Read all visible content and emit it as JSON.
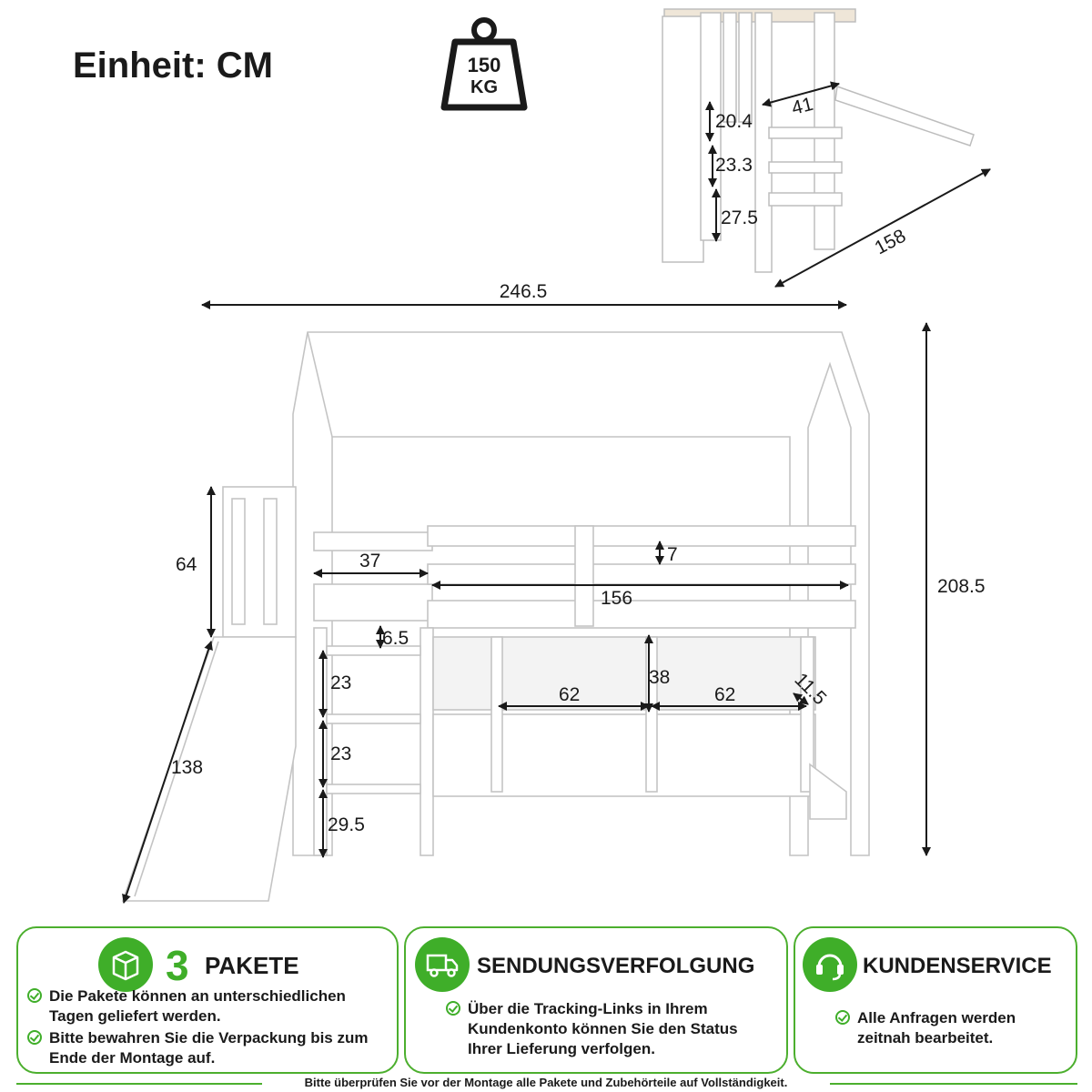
{
  "unit_label": "Einheit: CM",
  "weight": {
    "top": "150",
    "bottom": "KG"
  },
  "dimensions": {
    "length": "246.5",
    "height": "208.5",
    "depth": "158",
    "ladder_width": "41",
    "step_1": "20.4",
    "step_2": "23.3",
    "step_3": "27.5",
    "tower_height": "64",
    "slide_length": "138",
    "platform_width": "37",
    "rail_height": "7",
    "rail_length": "156",
    "rail_gap": "6.5",
    "lower_gap_1": "23",
    "lower_gap_2": "23",
    "lower_gap_3": "29.5",
    "shelf_height": "38",
    "shelf_width_1": "62",
    "shelf_width_2": "62",
    "shelf_depth": "11.5"
  },
  "cards": {
    "packages": {
      "number": "3",
      "title": "PAKETE",
      "bullets": [
        "Die Pakete können an unterschiedlichen Tagen geliefert werden.",
        "Bitte bewahren Sie die Verpackung bis zum Ende der Montage auf."
      ]
    },
    "tracking": {
      "title": "SENDUNGSVERFOLGUNG",
      "bullets": [
        "Über die Tracking-Links in Ihrem Kundenkonto können Sie den Status Ihrer Lieferung verfolgen."
      ]
    },
    "service": {
      "title": "KUNDENSERVICE",
      "bullets": [
        "Alle Anfragen werden zeitnah bearbeitet."
      ]
    }
  },
  "footer": "Bitte überprüfen Sie vor der Montage alle Pakete und Zubehörteile auf Vollständigkeit.",
  "colors": {
    "accent": "#3fae29",
    "line": "#1a1a1a"
  }
}
